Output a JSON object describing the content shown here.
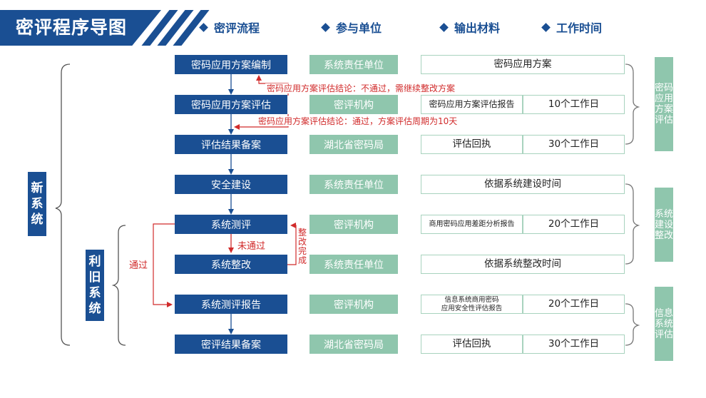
{
  "title": "密评程序导图",
  "headers": [
    "密评流程",
    "参与单位",
    "输出材料",
    "工作时间"
  ],
  "steps": [
    {
      "step": "密码应用方案编制",
      "unit": "系统责任单位",
      "output": "密码应用方案",
      "time": ""
    },
    {
      "step": "密码应用方案评估",
      "unit": "密评机构",
      "output": "密码应用方案评估报告",
      "time": "10个工作日"
    },
    {
      "step": "评估结果备案",
      "unit": "湖北省密码局",
      "output": "评估回执",
      "time": "30个工作日"
    },
    {
      "step": "安全建设",
      "unit": "系统责任单位",
      "output": "依据系统建设时间",
      "time": ""
    },
    {
      "step": "系统测评",
      "unit": "密评机构",
      "output": "商用密码应用差距分析报告",
      "time": "20个工作日"
    },
    {
      "step": "系统整改",
      "unit": "系统责任单位",
      "output": "依据系统整改时间",
      "time": ""
    },
    {
      "step": "系统测评报告",
      "unit": "密评机构",
      "output_line1": "信息系统商用密码",
      "output_line2": "应用安全性评估报告",
      "time": "20个工作日"
    },
    {
      "step": "密评结果备案",
      "unit": "湖北省密码局",
      "output": "评估回执",
      "time": "30个工作日"
    }
  ],
  "notes": {
    "fail_note": "密码应用方案评估结论：不通过，需继续整改方案",
    "pass_note": "密码应用方案评估结论：通过，方案评估周期为10天",
    "not_passed": "未通过",
    "rectified": "整改完成",
    "passed": "通过"
  },
  "left_labels": {
    "new_system": "新系统",
    "old_system": "利旧系统"
  },
  "side_labels": [
    "密码应用方案评估",
    "系统建设整改",
    "信息系统评估"
  ],
  "colors": {
    "primary": "#1a4f93",
    "unit_green": "#8fc6ad",
    "accent_red": "#d12b2b",
    "cell_border": "#a8d3be"
  }
}
